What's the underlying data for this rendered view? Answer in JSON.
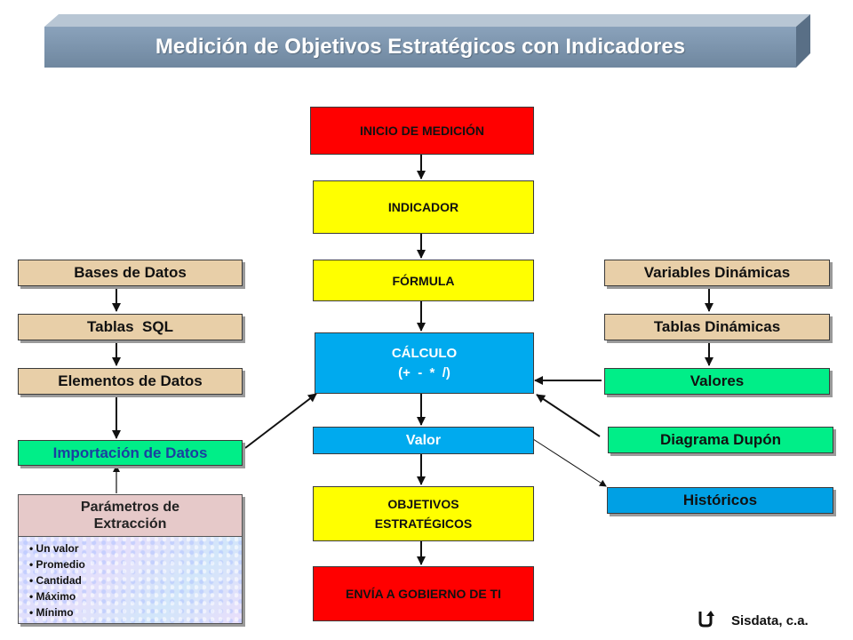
{
  "title": "Medición de Objetivos Estratégicos con Indicadores",
  "center_flow": [
    {
      "label": "INICIO DE MEDICIÓN"
    },
    {
      "label": "INDICADOR"
    },
    {
      "label": "FÓRMULA"
    },
    {
      "label": "CÁLCULO",
      "label2": "(+  -  *  /)"
    },
    {
      "label": "Valor"
    },
    {
      "label": "OBJETIVOS",
      "label2": "ESTRATÉGICOS"
    },
    {
      "label": "ENVÍA A GOBIERNO DE TI"
    }
  ],
  "left_column": [
    {
      "label": "Bases de Datos"
    },
    {
      "label": "Tablas  SQL"
    },
    {
      "label": "Elementos de Datos"
    },
    {
      "label": "Importación de Datos"
    }
  ],
  "params": {
    "title_line1": "Parámetros de",
    "title_line2": "Extracción",
    "items": [
      "Un valor",
      "Promedio",
      "Cantidad",
      "Máximo",
      "Mínimo"
    ]
  },
  "right_column": [
    {
      "label": "Variables Dinámicas"
    },
    {
      "label": "Tablas Dinámicas"
    },
    {
      "label": "Valores"
    },
    {
      "label": "Diagrama Dupón"
    },
    {
      "label": "Históricos"
    }
  ],
  "footer": {
    "brand": "Sisdata, c.a.",
    "icon": "return-arrow-icon"
  },
  "colors": {
    "banner": "#7b93ad",
    "red": "#ff0000",
    "yellow": "#ffff00",
    "blue": "#00aaee",
    "tan": "#e8cfa8",
    "green": "#00ee88"
  }
}
